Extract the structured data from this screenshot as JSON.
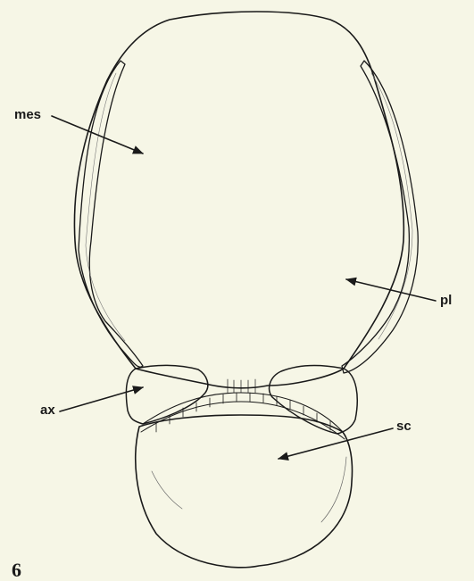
{
  "figure": {
    "number": "6",
    "labels": {
      "mes": "mes",
      "pl": "pl",
      "ax": "ax",
      "sc": "sc"
    }
  },
  "colors": {
    "background": "#f6f6e6",
    "ink": "#1a1a1a"
  }
}
